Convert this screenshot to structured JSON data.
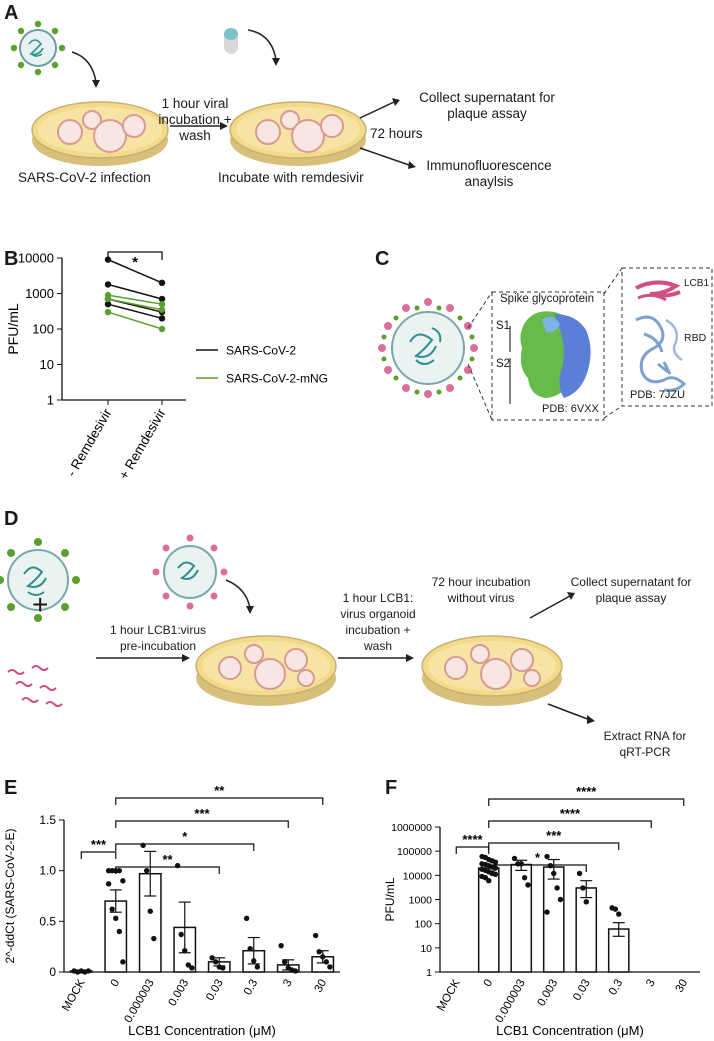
{
  "panel_labels": [
    "A",
    "B",
    "C",
    "D",
    "E",
    "F"
  ],
  "panel_a": {
    "step1_caption": "SARS-CoV-2 infection",
    "arrow1_line1": "1 hour viral",
    "arrow1_line2": "incubation +",
    "arrow1_line3": "wash",
    "step2_caption": "Incubate with remdesivir",
    "time_label": "72 hours",
    "out1_line1": "Collect supernatant for",
    "out1_line2": "plaque assay",
    "out2_line1": "Immunofluorescence",
    "out2_line2": "anaylsis"
  },
  "panel_c": {
    "spike_label": "Spike glycoprotein",
    "s1": "S1",
    "s2": "S2",
    "pdb1": "PDB: 6VXX",
    "lcb1": "LCB1",
    "rbd": "RBD",
    "pdb2": "PDB: 7JZU"
  },
  "panel_d": {
    "plus": "+",
    "arrow1_line1": "1 hour LCB1:virus",
    "arrow1_line2": "pre-incubation",
    "arrow2_line1": "1 hour LCB1:",
    "arrow2_line2": "virus organoid",
    "arrow2_line3": "incubation +",
    "arrow2_line4": "wash",
    "step3_line1": "72 hour incubation",
    "step3_line2": "without virus",
    "out1_line1": "Collect supernatant for",
    "out1_line2": "plaque assay",
    "out2_line1": "Extract RNA for",
    "out2_line2": "qRT-PCR"
  },
  "colors": {
    "sars": "#111111",
    "mng": "#5aa02c",
    "dish": "#f3d98a",
    "spike_green": "#66bb4a",
    "spike_blue": "#5b7fd6",
    "lcb1": "#d14f84"
  },
  "chart_data": [
    {
      "id": "B",
      "type": "line",
      "ylabel": "PFU/mL",
      "yscale": "log",
      "ylim": [
        1,
        10000
      ],
      "ytick_labels": [
        "1",
        "10",
        "100",
        "1000",
        "10000"
      ],
      "categories": [
        "- Remdesivir",
        "+ Remdesivir"
      ],
      "significance": "*",
      "series": [
        {
          "name": "SARS-CoV-2",
          "color": "#111111",
          "pairs": [
            [
              9000,
              2000
            ],
            [
              1800,
              700
            ],
            [
              500,
              200
            ],
            [
              700,
              300
            ]
          ]
        },
        {
          "name": "SARS-CoV-2-mNG",
          "color": "#5aa02c",
          "pairs": [
            [
              900,
              500
            ],
            [
              700,
              350
            ],
            [
              300,
              100
            ]
          ]
        }
      ]
    },
    {
      "id": "E",
      "type": "bar",
      "ylabel": "2^-ddCt (SARS-CoV-2-E)",
      "xlabel": "LCB1 Concentration (μM)",
      "ylim": [
        0,
        1.5
      ],
      "ytick_labels": [
        "0",
        "0.5",
        "1.0",
        "1.5"
      ],
      "categories": [
        "MOCK",
        "0",
        "0.000003",
        "0.003",
        "0.03",
        "0.3",
        "3",
        "30"
      ],
      "values": [
        0.01,
        0.7,
        0.97,
        0.44,
        0.1,
        0.21,
        0.07,
        0.15
      ],
      "errors": [
        0.0,
        0.11,
        0.22,
        0.25,
        0.04,
        0.13,
        0.05,
        0.06
      ],
      "points": [
        [
          0.01,
          0.0,
          0.01,
          0.0,
          0.01
        ],
        [
          1.0,
          1.0,
          1.0,
          1.0,
          0.9,
          0.87,
          0.62,
          0.53,
          0.4,
          0.1
        ],
        [
          1.25,
          1.0,
          0.6,
          0.33
        ],
        [
          1.05,
          0.37,
          0.21,
          0.07,
          0.04
        ],
        [
          0.14,
          0.1,
          0.05,
          0.04
        ],
        [
          0.53,
          0.23,
          0.11,
          0.05
        ],
        [
          0.26,
          0.1,
          0.04,
          0.02,
          0.01
        ],
        [
          0.36,
          0.2,
          0.15,
          0.1,
          0.05
        ]
      ],
      "brackets": [
        {
          "from": "MOCK",
          "to": "0",
          "label": "***"
        },
        {
          "from": "0",
          "to": "0.03",
          "label": "**"
        },
        {
          "from": "0",
          "to": "0.3",
          "label": "*"
        },
        {
          "from": "0",
          "to": "3",
          "label": "***"
        },
        {
          "from": "0",
          "to": "30",
          "label": "**"
        }
      ]
    },
    {
      "id": "F",
      "type": "bar",
      "ylabel": "PFU/mL",
      "xlabel": "LCB1 Concentration (μM)",
      "yscale": "log",
      "ylim": [
        1,
        1000000
      ],
      "ytick_labels": [
        "1",
        "10",
        "100",
        "1000",
        "10000",
        "100000",
        "1000000"
      ],
      "categories": [
        "MOCK",
        "0",
        "0.000003",
        "0.003",
        "0.03",
        "0.3",
        "3",
        "30"
      ],
      "values": [
        null,
        20000,
        28000,
        22000,
        3000,
        60,
        null,
        null
      ],
      "errors_hi": [
        null,
        26000,
        42000,
        45000,
        6000,
        110,
        null,
        null
      ],
      "errors_lo": [
        null,
        15000,
        16000,
        7000,
        1200,
        30,
        null,
        null
      ],
      "points": [
        [],
        [
          60000,
          55000,
          45000,
          40000,
          35000,
          30000,
          28000,
          25000,
          22000,
          20000,
          18000,
          16000,
          14000,
          12000,
          11000,
          9000,
          8000,
          6000
        ],
        [
          50000,
          30000,
          30000,
          8000,
          4000
        ],
        [
          60000,
          25000,
          12000,
          3000,
          1000,
          300
        ],
        [
          12000,
          3000,
          800
        ],
        [
          450,
          400,
          250
        ]
      ],
      "brackets": [
        {
          "from": "MOCK",
          "to": "0",
          "label": "****"
        },
        {
          "from": "0",
          "to": "0.03",
          "label": "*"
        },
        {
          "from": "0",
          "to": "0.3",
          "label": "***"
        },
        {
          "from": "0",
          "to": "3",
          "label": "****"
        },
        {
          "from": "0",
          "to": "30",
          "label": "****"
        }
      ]
    }
  ]
}
